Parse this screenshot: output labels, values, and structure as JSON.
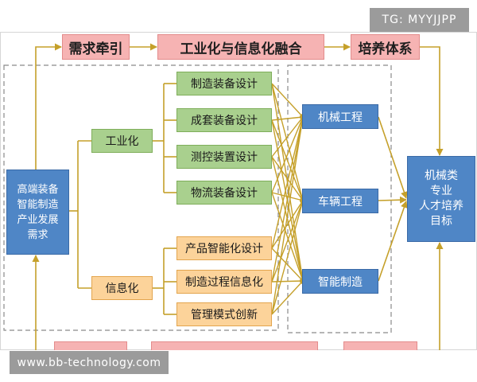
{
  "watermark_top": "TG: MYYJJPP",
  "watermark_bottom": "www.bb-technology.com",
  "top_row": {
    "demand_pull": "需求牵引",
    "integration": "工业化与信息化融合",
    "training_system": "培养体系"
  },
  "source_node": {
    "lines": [
      "高端装备",
      "智能制造",
      "产业发展",
      "需求"
    ]
  },
  "industrialization": {
    "label": "工业化",
    "items": [
      "制造装备设计",
      "成套装备设计",
      "测控装置设计",
      "物流装备设计"
    ]
  },
  "informatization": {
    "label": "信息化",
    "items": [
      "产品智能化设计",
      "制造过程信息化",
      "管理模式创新"
    ]
  },
  "disciplines": [
    "机械工程",
    "车辆工程",
    "智能制造"
  ],
  "target_node": {
    "lines": [
      "机械类",
      "专业",
      "人才培养",
      "目标"
    ]
  },
  "colors": {
    "connector": "#c5a02a",
    "pink": "#f6b3b3",
    "blue": "#4f86c6",
    "green": "#a9d08e",
    "orange": "#fcd39a",
    "dashed_frame": "#8a8a8a",
    "watermark": "#9b9b9b"
  }
}
